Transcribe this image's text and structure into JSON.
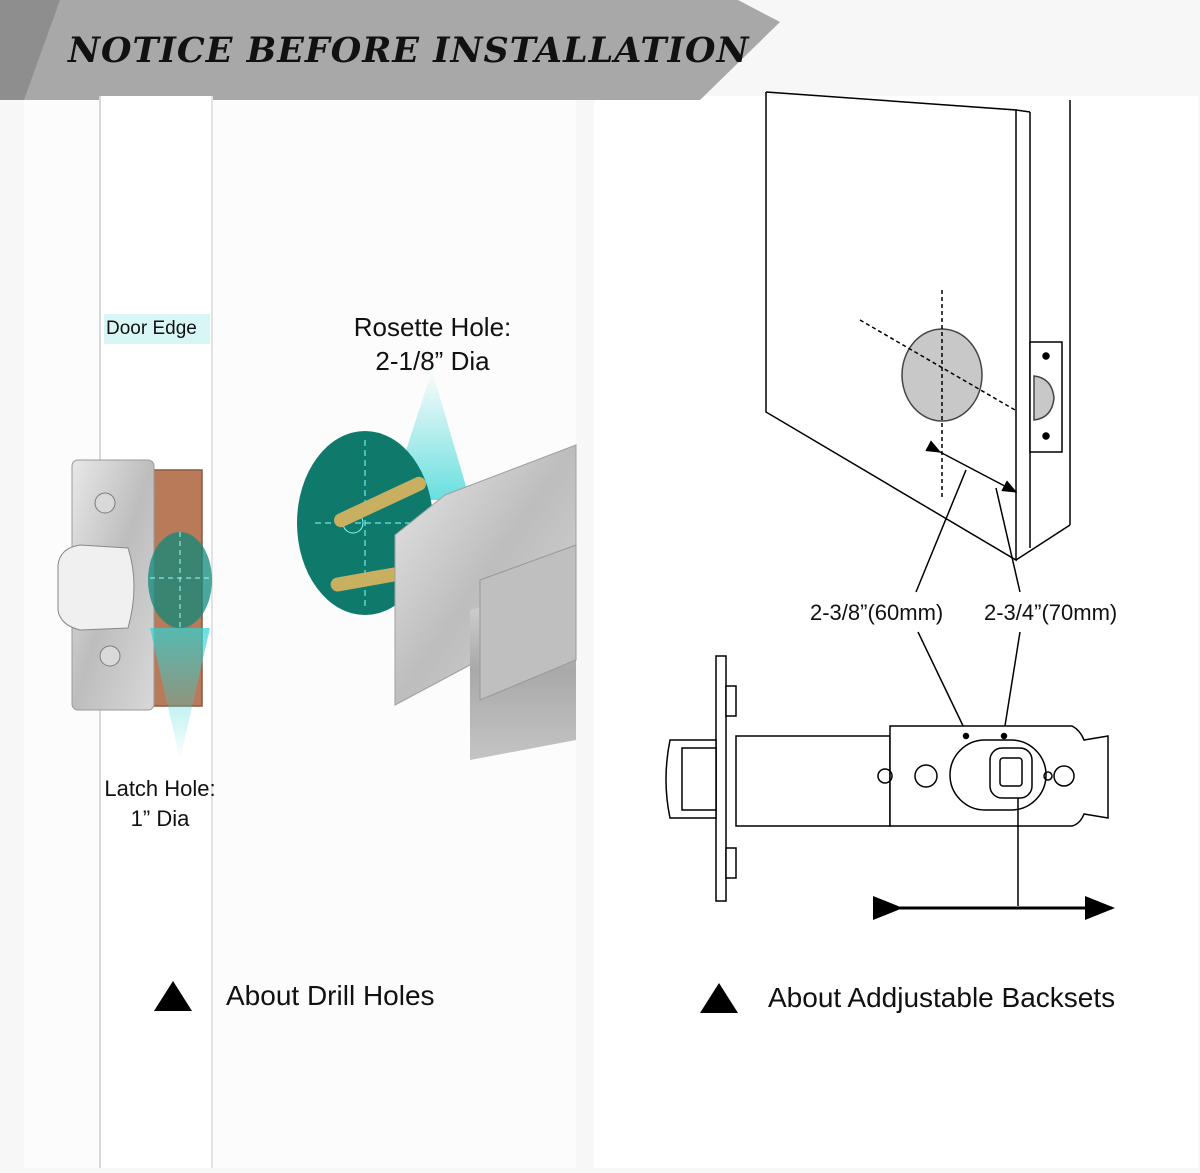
{
  "banner": {
    "title": "NOTICE BEFORE INSTALLATION",
    "color": "#a8a8a8"
  },
  "drill_holes": {
    "door_edge_label": "Door Edge",
    "rosette_label_line1": "Rosette Hole:",
    "rosette_label_line2": "2-1/8” Dia",
    "latch_label_line1": "Latch Hole:",
    "latch_label_line2": "1” Dia",
    "caption": "About Drill Holes"
  },
  "backsets": {
    "backset_60_label": "2-3/8”(60mm)",
    "backset_70_label": "2-3/4”(70mm)",
    "caption": "About Addjustable Backsets"
  },
  "colors": {
    "teal_accent": "#2fd3d3",
    "wood": "#b97a5a",
    "metal": "#c9c9c9"
  }
}
